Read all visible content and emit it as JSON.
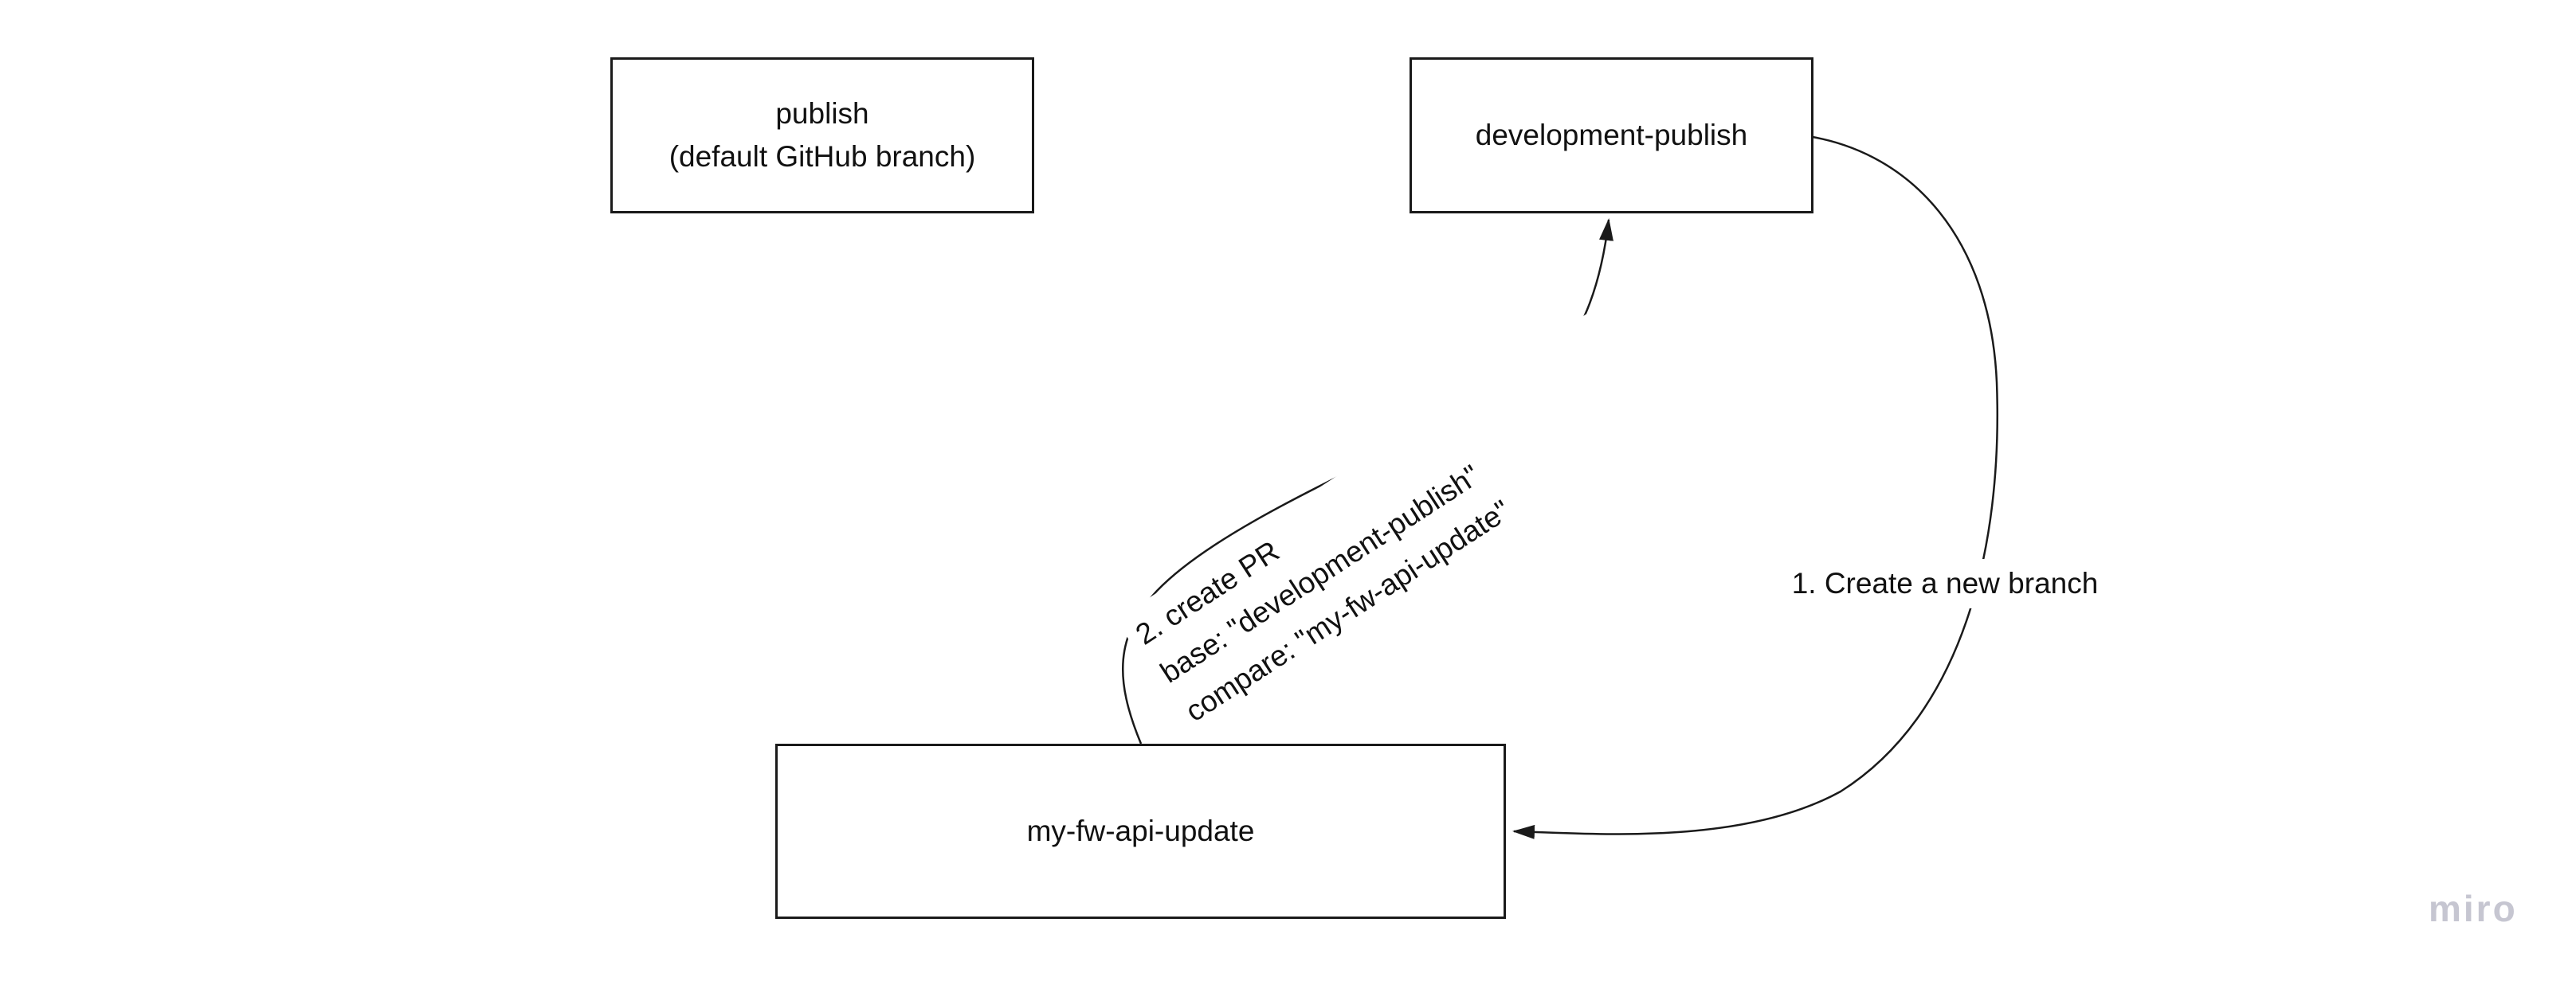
{
  "canvas": {
    "background": "#ffffff",
    "ink": "#1a1a1a",
    "text_color": "#111111"
  },
  "nodes": {
    "publish": {
      "line1": "publish",
      "line2": "(default GitHub branch)"
    },
    "development_publish": {
      "label": "development-publish"
    },
    "my_fw_api_update": {
      "label": "my-fw-api-update"
    }
  },
  "connectors": {
    "create_branch": {
      "label": "1. Create a new branch"
    },
    "create_pr": {
      "line1": "2. create PR",
      "line2": "base: \"development-publish\"",
      "line3": "compare: \"my-fw-api-update\""
    }
  },
  "watermark": {
    "label": "miro",
    "color": "#c6c6d1"
  }
}
